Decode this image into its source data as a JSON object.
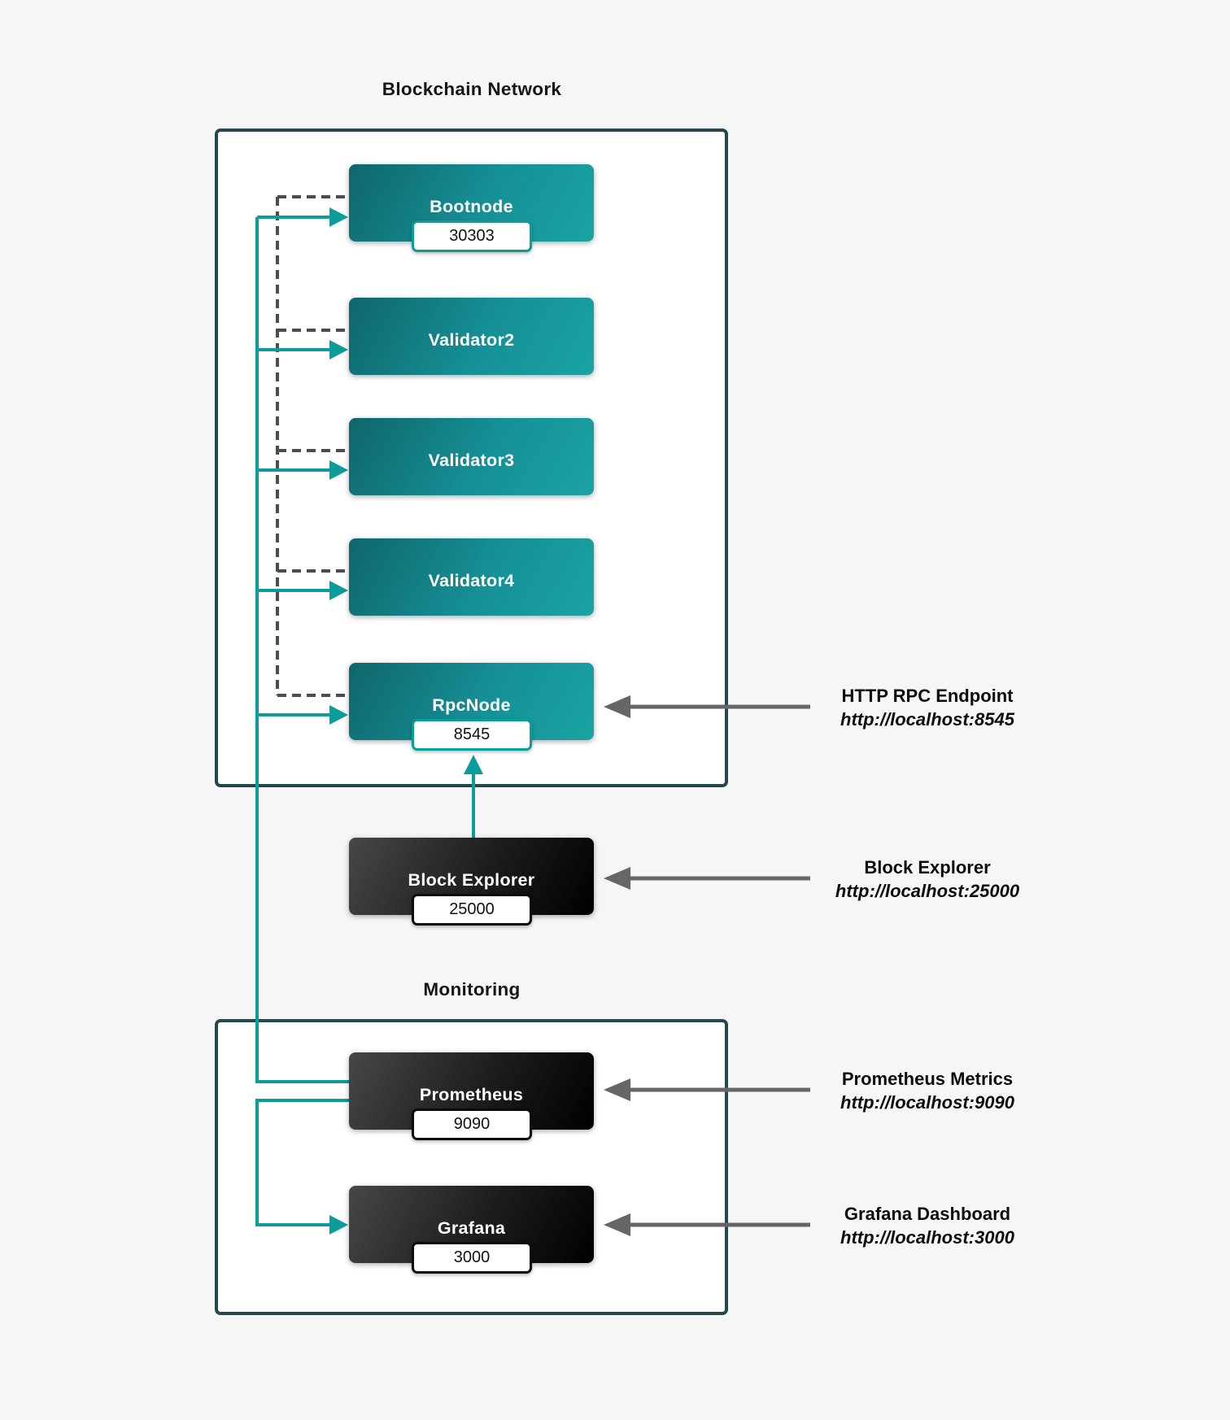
{
  "diagram": {
    "blockchain": {
      "title": "Blockchain Network",
      "nodes": [
        {
          "label": "Bootnode",
          "port": "30303"
        },
        {
          "label": "Validator2"
        },
        {
          "label": "Validator3"
        },
        {
          "label": "Validator4"
        },
        {
          "label": "RpcNode",
          "port": "8545"
        }
      ]
    },
    "block_explorer": {
      "label": "Block Explorer",
      "port": "25000"
    },
    "monitoring": {
      "title": "Monitoring",
      "nodes": [
        {
          "label": "Prometheus",
          "port": "9090"
        },
        {
          "label": "Grafana",
          "port": "3000"
        }
      ]
    },
    "annotations": [
      {
        "label": "HTTP RPC Endpoint",
        "url": "http://localhost:8545"
      },
      {
        "label": "Block Explorer",
        "url": "http://localhost:25000"
      },
      {
        "label": "Prometheus Metrics",
        "url": "http://localhost:9090"
      },
      {
        "label": "Grafana Dashboard",
        "url": "http://localhost:3000"
      }
    ],
    "colors": {
      "background": "#f6f6f6",
      "teal_accent": "#0b9c9c",
      "node_gradient_start": "#0f666b",
      "node_gradient_end": "#1aa3a2",
      "dark_gradient_start": "#474747",
      "dark_gradient_end": "#000000",
      "container_border": "#24484f",
      "dashed_line": "#4d4d4d",
      "gray_arrow": "#666666"
    }
  }
}
